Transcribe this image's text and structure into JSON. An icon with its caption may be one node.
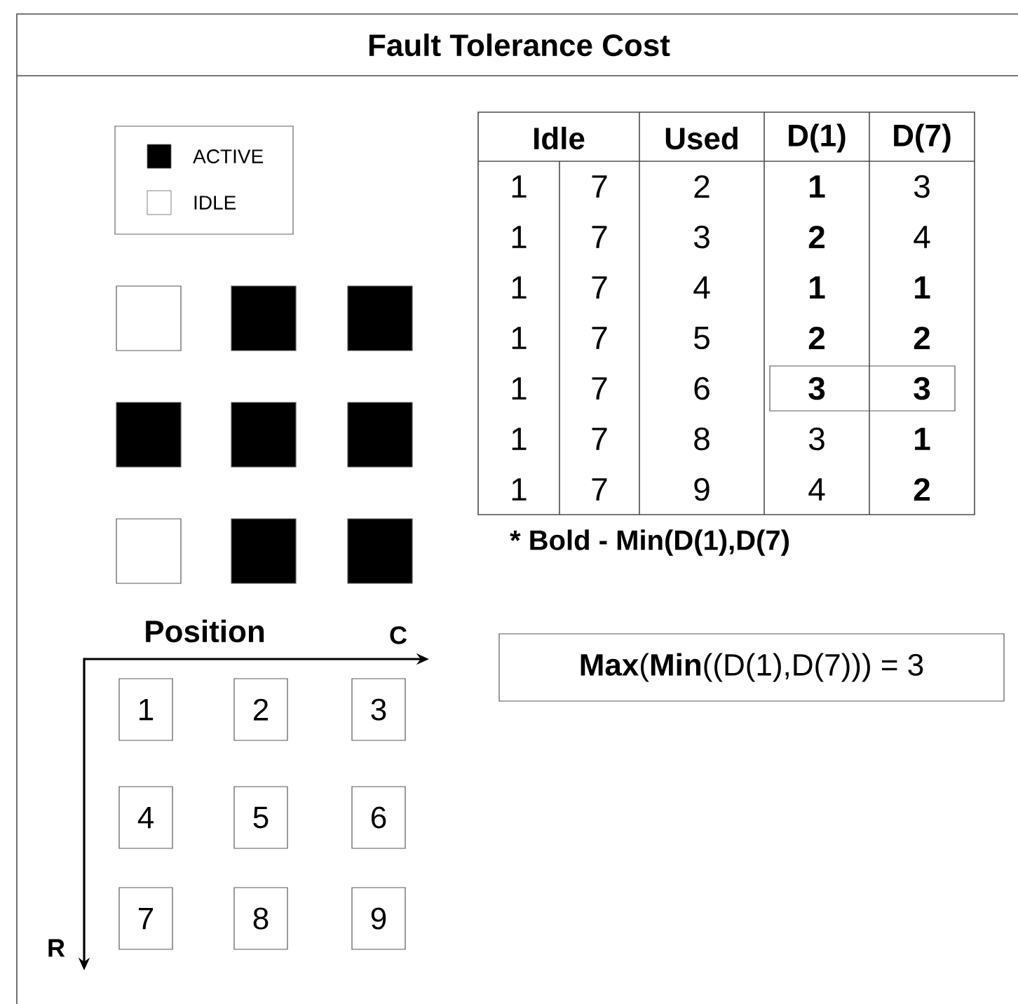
{
  "diagram": {
    "title": "Fault Tolerance Cost",
    "nodes": [
      {
        "text": [],
        "shape": "box"
      },
      {
        "text": [],
        "shape": "box"
      },
      {
        "text": [],
        "shape": "box"
      },
      {
        "text": [],
        "shape": "box"
      },
      {
        "text": [],
        "shape": "box"
      },
      {
        "text": [],
        "shape": "box"
      },
      {
        "text": [],
        "shape": "box"
      },
      {
        "text": [],
        "shape": "box"
      },
      {
        "text": [],
        "shape": "box"
      },
      {
        "text": [
          "1"
        ]
      },
      {
        "text": [
          "2"
        ]
      },
      {
        "text": [
          "3"
        ]
      },
      {
        "text": [
          "4"
        ]
      },
      {
        "text": [
          "5"
        ]
      },
      {
        "text": [
          "6"
        ]
      },
      {
        "text": [
          "7"
        ]
      },
      {
        "text": [
          "8"
        ]
      },
      {
        "text": [
          "9"
        ]
      },
      {
        "text": [
          "**Max**(**Min**((D(1),D(7))) = 3"
        ]
      }
    ],
    "labels": [
      "Position",
      "C",
      "R",
      "Idle",
      "Used",
      "D(1)",
      "D(7)",
      "1",
      "7",
      "2",
      "1",
      "3",
      "1",
      "7",
      "3",
      "2",
      "4",
      "1",
      "7",
      "4",
      "1",
      "1",
      "1",
      "7",
      "5",
      "2",
      "2",
      "1",
      "7",
      "6",
      "3",
      "3",
      "1",
      "7",
      "8",
      "3",
      "1",
      "1",
      "7",
      "9",
      "4",
      "2",
      "* Bold - Min(D(1),D(7)"
    ],
    "legend": [
      {
        "text": "ACTIVE",
        "color": "#000000"
      },
      {
        "text": "IDLE"
      }
    ]
  }
}
